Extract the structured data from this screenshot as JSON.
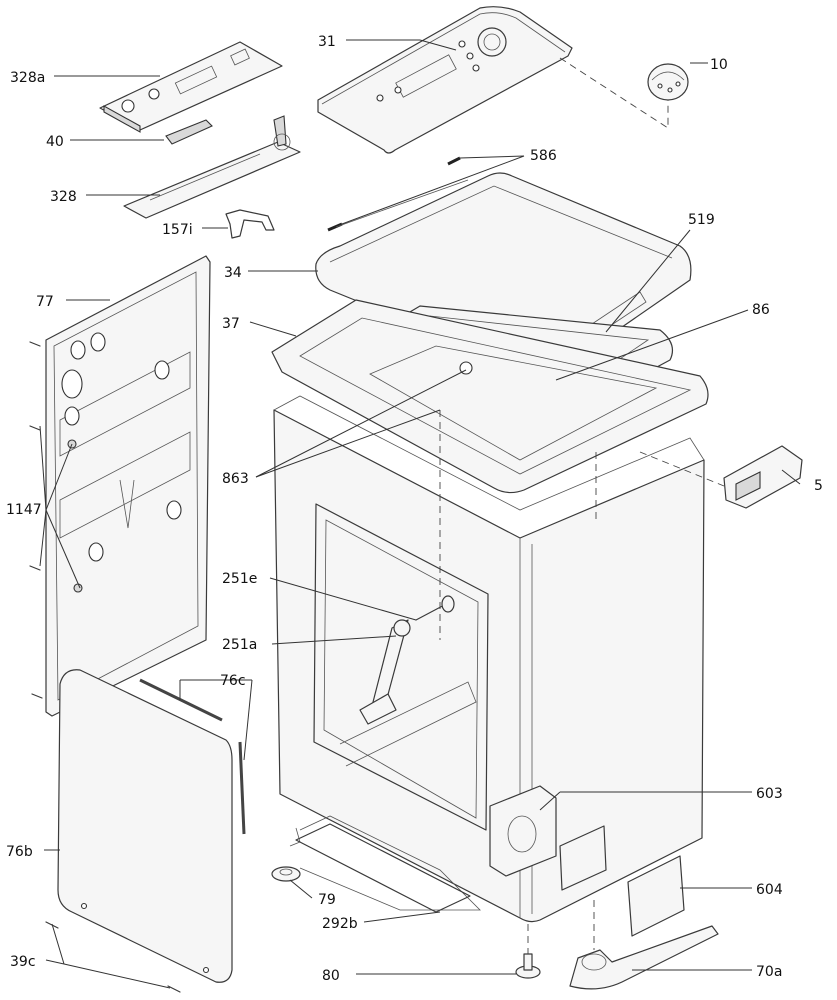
{
  "labels": {
    "l31": "31",
    "l10": "10",
    "l328a": "328a",
    "l40": "40",
    "l328": "328",
    "l586": "586",
    "l157i": "157i",
    "l519": "519",
    "l34": "34",
    "l77": "77",
    "l86": "86",
    "l37": "37",
    "l863": "863",
    "l5": "5",
    "l1147": "1147",
    "l251e": "251e",
    "l251a": "251a",
    "l76c": "76c",
    "l603": "603",
    "l76b": "76b",
    "l79": "79",
    "l604": "604",
    "l292b": "292b",
    "l39c": "39c",
    "l80": "80",
    "l70a": "70a"
  }
}
